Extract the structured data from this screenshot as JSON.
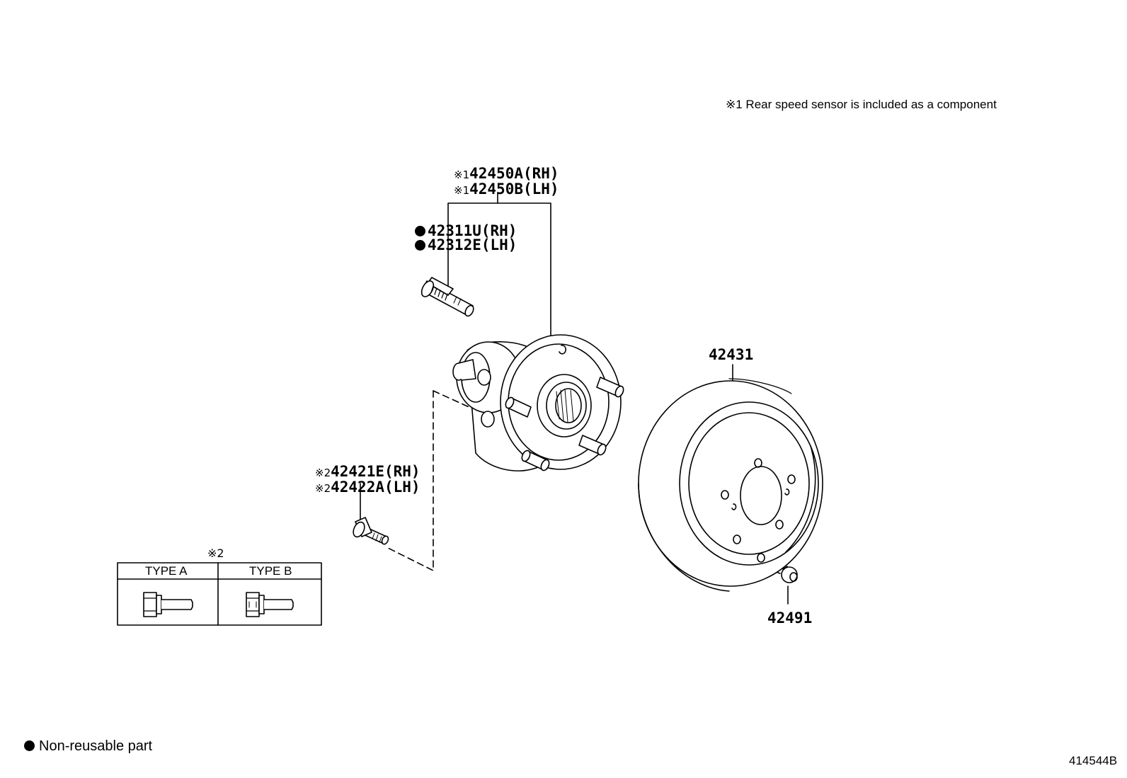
{
  "note": "※1 Rear speed sensor is included as a component",
  "labels": {
    "hub_assembly": {
      "line1_mark": "※1",
      "line1_part": "42450A(RH)",
      "line2_mark": "※1",
      "line2_part": "42450B(LH)"
    },
    "hub_bolt": {
      "line1": "42311U(RH)",
      "line2": "42312E(LH)"
    },
    "bearing_bolt": {
      "line1_mark": "※2",
      "line1_part": "42421E(RH)",
      "line2_mark": "※2",
      "line2_part": "42422A(LH)"
    },
    "disc": "42431",
    "plug": "42491"
  },
  "type_table": {
    "mark": "※2",
    "type_a": "TYPE A",
    "type_b": "TYPE B"
  },
  "legend": {
    "text": "Non-reusable part"
  },
  "drawing_id": "414544B",
  "colors": {
    "line": "#000000",
    "background": "#ffffff"
  }
}
